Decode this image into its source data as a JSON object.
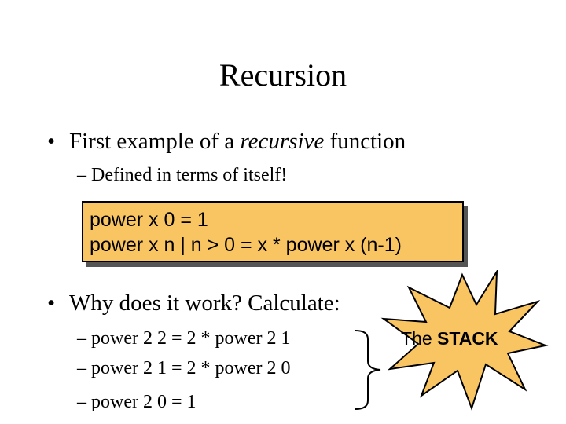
{
  "slide": {
    "title": "Recursion",
    "bullet1": {
      "dot": "•",
      "prefix": "First example of a ",
      "emphasis": "recursive",
      "suffix": " function"
    },
    "sub1": "– Defined in terms of itself!",
    "code": {
      "line1": "power x 0 = 1",
      "line2": "power x n | n > 0 = x * power x (n-1)",
      "background": "#f9c462"
    },
    "bullet2": {
      "dot": "•",
      "text": "Why does it work? Calculate:"
    },
    "calc": [
      "– power 2 2 = 2 * power 2 1",
      "– power 2 1 = 2 * power 2 0",
      "– power 2 0 = 1"
    ],
    "star": {
      "prefix": "The ",
      "strong": "STACK",
      "fill": "#f9c462"
    }
  }
}
